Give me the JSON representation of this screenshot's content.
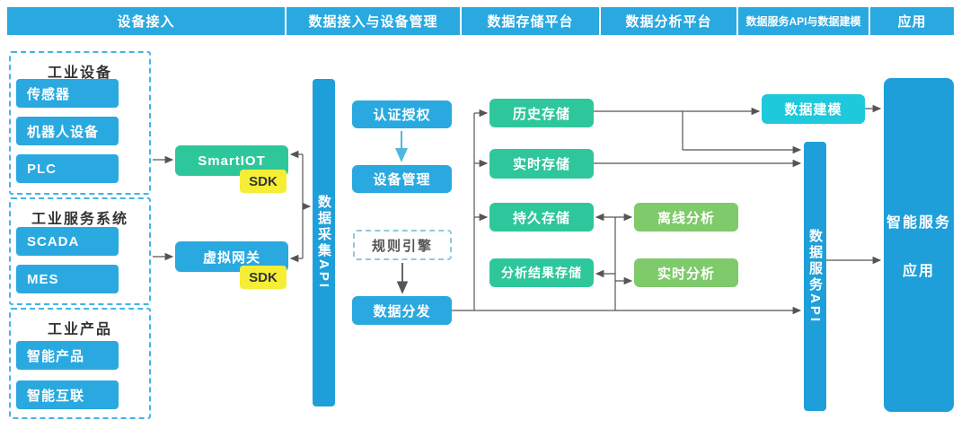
{
  "header": {
    "sections": [
      {
        "label": "设备接入"
      },
      {
        "label": "数据接入与设备管理"
      },
      {
        "label": "数据存储平台"
      },
      {
        "label": "数据分析平台"
      },
      {
        "label": "数据服务API与数据建模"
      },
      {
        "label": "应用"
      }
    ]
  },
  "device_access": {
    "groups": [
      {
        "title": "工业设备",
        "items": [
          {
            "label": "传感器"
          },
          {
            "label": "机器人设备"
          },
          {
            "label": "PLC"
          }
        ]
      },
      {
        "title": "工业服务系统",
        "items": [
          {
            "label": "SCADA"
          },
          {
            "label": "MES"
          }
        ]
      },
      {
        "title": "工业产品",
        "items": [
          {
            "label": "智能产品"
          },
          {
            "label": "智能互联"
          }
        ]
      }
    ]
  },
  "gateways": {
    "smartiot": {
      "label": "SmartIOT",
      "sdk": "SDK"
    },
    "virtual_gateway": {
      "label": "虚拟网关",
      "sdk": "SDK"
    }
  },
  "data_collection_api": {
    "label": "数据采集API"
  },
  "device_management": {
    "auth": "认证授权",
    "device_mgmt": "设备管理",
    "rule_engine": "规则引擎",
    "data_dispatch": "数据分发"
  },
  "storage": {
    "history": "历史存储",
    "realtime": "实时存储",
    "persistent": "持久存储",
    "analysis_result": "分析结果存储"
  },
  "analysis": {
    "offline": "离线分析",
    "realtime": "实时分析"
  },
  "data_modeling": {
    "label": "数据建模"
  },
  "data_service_api": {
    "label": "数据服务API"
  },
  "application": {
    "line1": "智能服务",
    "line2": "应用"
  },
  "colors": {
    "azure": "#29a9e0",
    "deep_azure": "#1f9fd9",
    "emerald": "#2ec79c",
    "light_green": "#7fca6a",
    "cyan": "#1ec9dc",
    "yellow": "#f6ee36",
    "connector_gray": "#555555",
    "flow_arrow_blue": "#53b7dc"
  }
}
